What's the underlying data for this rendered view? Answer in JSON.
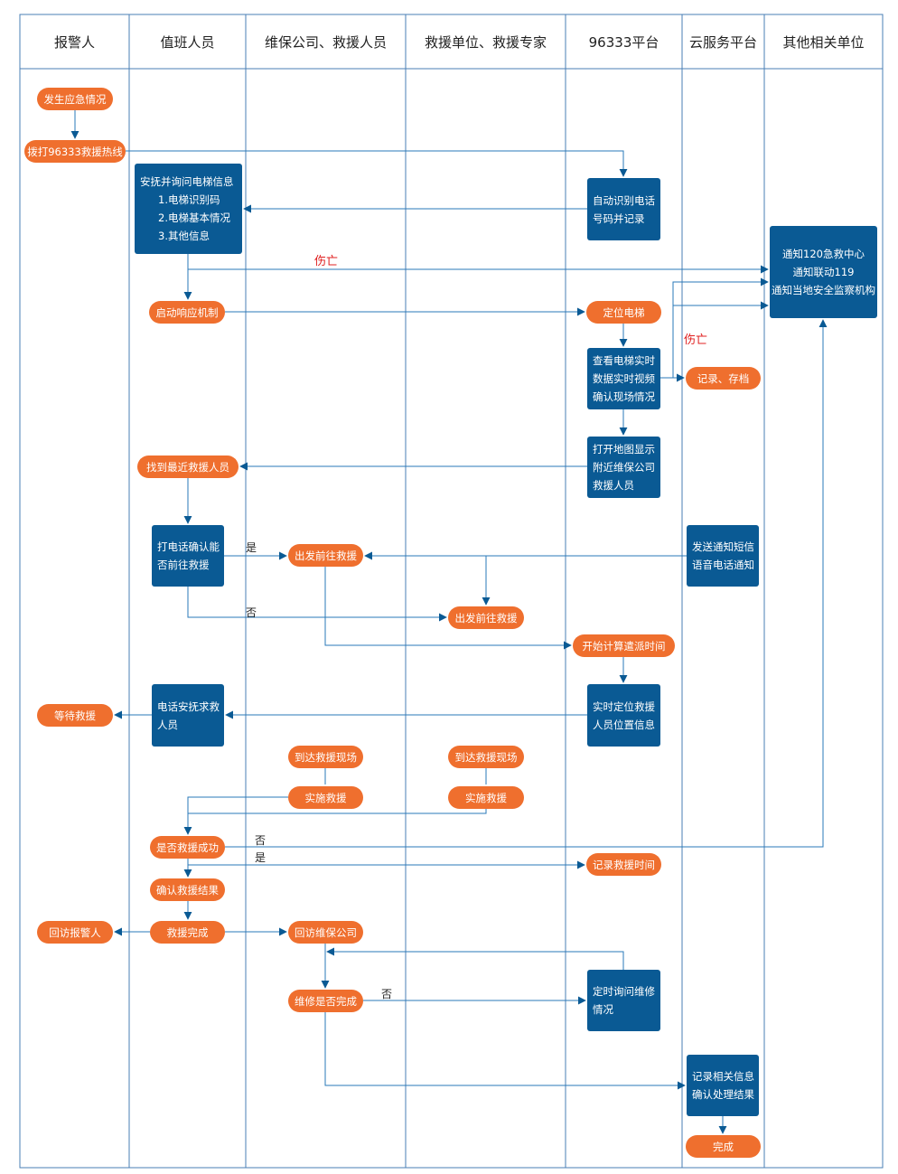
{
  "lanes": [
    "报警人",
    "值班人员",
    "维保公司、救援人员",
    "救援单位、救援专家",
    "96333平台",
    "云服务平台",
    "其他相关单位"
  ],
  "colors": {
    "pill": "#ef6f2e",
    "box": "#0a5a94",
    "line": "#2a7ab8",
    "border": "#4a7fb5",
    "warn": "#e02020"
  },
  "nodes": {
    "n1": "发生应急情况",
    "n2": "拨打96333救援热线",
    "n3": [
      "安抚并询问电梯信息",
      "1.电梯识别码",
      "2.电梯基本情况",
      "3.其他信息"
    ],
    "n4": [
      "自动识别电话",
      "号码并记录"
    ],
    "n5": [
      "通知120急救中心",
      "通知联动119",
      "通知当地安全监察机构"
    ],
    "n6": "启动响应机制",
    "n7": "定位电梯",
    "n8": [
      "查看电梯实时",
      "数据实时视频",
      "确认现场情况"
    ],
    "n9": "记录、存档",
    "n10": [
      "打开地图显示",
      "附近维保公司",
      "救援人员"
    ],
    "n11": "找到最近救援人员",
    "n12": [
      "打电话确认能",
      "否前往救援"
    ],
    "n13": "出发前往救援",
    "n14": [
      "发送通知短信",
      "语音电话通知"
    ],
    "n15": "出发前往救援",
    "n16": "开始计算遣派时间",
    "n17": [
      "实时定位救援",
      "人员位置信息"
    ],
    "n18": [
      "电话安抚求救",
      "人员"
    ],
    "n19": "等待救援",
    "n20": "到达救援现场",
    "n21": "到达救援现场",
    "n22": "实施救援",
    "n23": "实施救援",
    "n24": "是否救援成功",
    "n25": "记录救援时间",
    "n26": "确认救援结果",
    "n27": "救援完成",
    "n28": "回访报警人",
    "n29": "回访维保公司",
    "n30": "维修是否完成",
    "n31": [
      "定时询问维修",
      "情况"
    ],
    "n32": [
      "记录相关信息",
      "确认处理结果"
    ],
    "n33": "完成"
  },
  "labels": {
    "casualty1": "伤亡",
    "casualty2": "伤亡",
    "yes1": "是",
    "no1": "否",
    "no2": "否",
    "yes2": "是",
    "no3": "否"
  }
}
